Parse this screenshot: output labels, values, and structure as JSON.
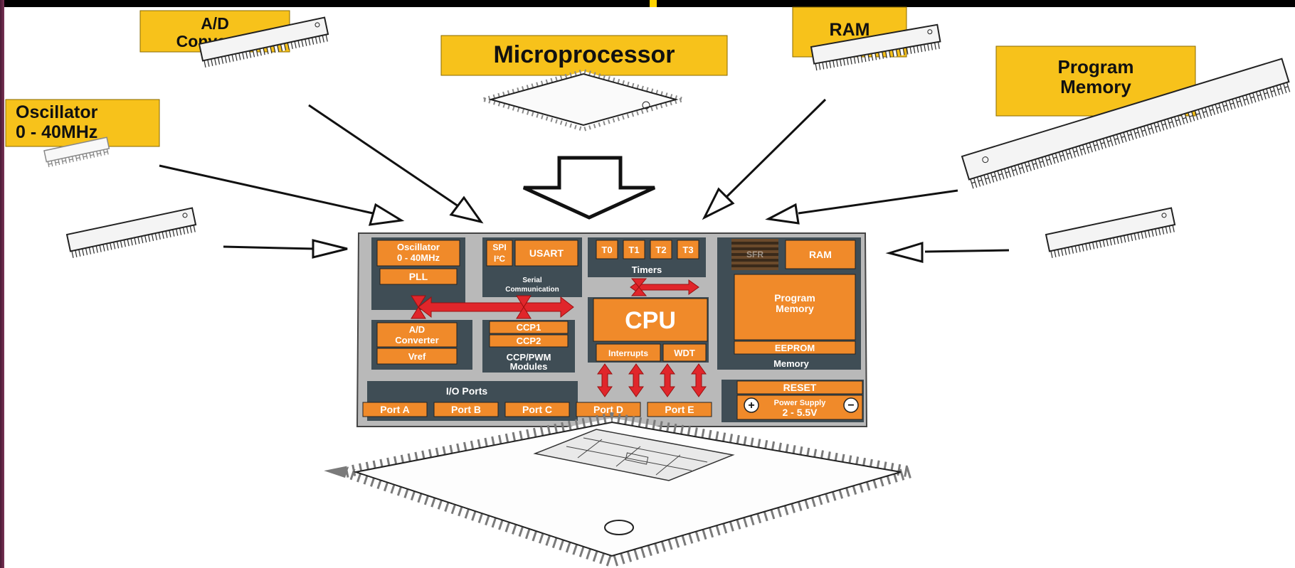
{
  "colors": {
    "label_yellow": "#f7c21b",
    "block_orange": "#f08a2a",
    "board_gray": "#b9b9b9",
    "panel_dark": "#3f4d55",
    "arrow_red": "#e0262b"
  },
  "icons": [
    "ic-package-icon",
    "pin-icon",
    "dip-chip-icon",
    "arrow-icon"
  ],
  "labels": {
    "ad_converter": [
      "A/D",
      "Converter"
    ],
    "microprocessor": "Microprocessor",
    "ram": "RAM",
    "program_memory": [
      "Program",
      "Memory"
    ],
    "oscillator": [
      "Oscillator",
      "0 - 40MHz"
    ]
  },
  "mcu": {
    "oscillator": [
      "Oscillator",
      "0 - 40MHz"
    ],
    "pll": "PLL",
    "spi": "SPI",
    "i2c": "I²C",
    "usart": "USART",
    "serial_caption": [
      "Serial",
      "Communication"
    ],
    "timers": [
      "T0",
      "T1",
      "T2",
      "T3"
    ],
    "timers_caption": "Timers",
    "sfr": "SFR",
    "ram": "RAM",
    "program_memory": [
      "Program",
      "Memory"
    ],
    "eeprom": "EEPROM",
    "memory_caption": "Memory",
    "cpu": "CPU",
    "interrupts": "Interrupts",
    "wdt": "WDT",
    "ad_converter": [
      "A/D",
      "Converter"
    ],
    "vref": "Vref",
    "ccp1": "CCP1",
    "ccp2": "CCP2",
    "ccp_caption": [
      "CCP/PWM",
      "Modules"
    ],
    "io_caption": "I/O Ports",
    "ports": [
      "Port A",
      "Port B",
      "Port C",
      "Port D",
      "Port E"
    ],
    "reset": "RESET",
    "power_supply": [
      "Power Supply",
      "2 - 5.5V"
    ],
    "plus": "+",
    "minus": "−"
  }
}
